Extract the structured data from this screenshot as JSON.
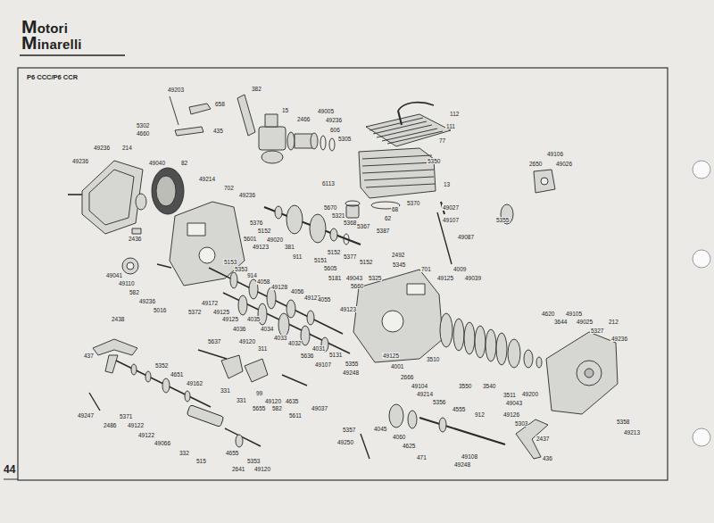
{
  "diagram": {
    "title": "P6 CCC/P6 CCR",
    "labels": [
      "Motori",
      "Minarelli",
      "44",
      "49203",
      "658",
      "435",
      "5302",
      "4660",
      "382",
      "15",
      "2466",
      "49005",
      "49236",
      "606",
      "5305",
      "112",
      "111",
      "77",
      "5350",
      "13",
      "5370",
      "68",
      "62",
      "49027",
      "49107",
      "49087",
      "49106",
      "2650",
      "49026",
      "5355",
      "49236",
      "214",
      "49236",
      "49040",
      "82",
      "49214",
      "702",
      "49236",
      "6113",
      "5670",
      "5321",
      "5368",
      "5367",
      "5387",
      "5376",
      "5152",
      "49020",
      "381",
      "5601",
      "49123",
      "2436",
      "911",
      "5151",
      "5152",
      "5377",
      "5152",
      "2492",
      "5345",
      "701",
      "49125",
      "4009",
      "49039",
      "49041",
      "49110",
      "5153",
      "5353",
      "914",
      "4058",
      "49128",
      "4056",
      "49128",
      "5605",
      "5181",
      "49043",
      "5660",
      "5325",
      "582",
      "49236",
      "5016",
      "5372",
      "49172",
      "49125",
      "4055",
      "49125",
      "4035",
      "4036",
      "4034",
      "4033",
      "4032",
      "49123",
      "4031",
      "5131",
      "49125",
      "4001",
      "3510",
      "3550",
      "3540",
      "3511",
      "49043",
      "49200",
      "4620",
      "3644",
      "49105",
      "49025",
      "212",
      "5327",
      "49236",
      "2438",
      "5637",
      "49120",
      "311",
      "437",
      "5352",
      "4651",
      "49162",
      "5636",
      "49107",
      "5355",
      "49248",
      "2666",
      "49104",
      "49214",
      "5356",
      "4555",
      "912",
      "49126",
      "5303",
      "2437",
      "5358",
      "49213",
      "331",
      "331",
      "99",
      "49120",
      "5655",
      "582",
      "4635",
      "5611",
      "49037",
      "49247",
      "2486",
      "5371",
      "49122",
      "49122",
      "49066",
      "5357",
      "4045",
      "49250",
      "4060",
      "4625",
      "471",
      "49108",
      "49248",
      "436",
      "332",
      "515",
      "4655",
      "5353",
      "2641",
      "49120"
    ]
  }
}
